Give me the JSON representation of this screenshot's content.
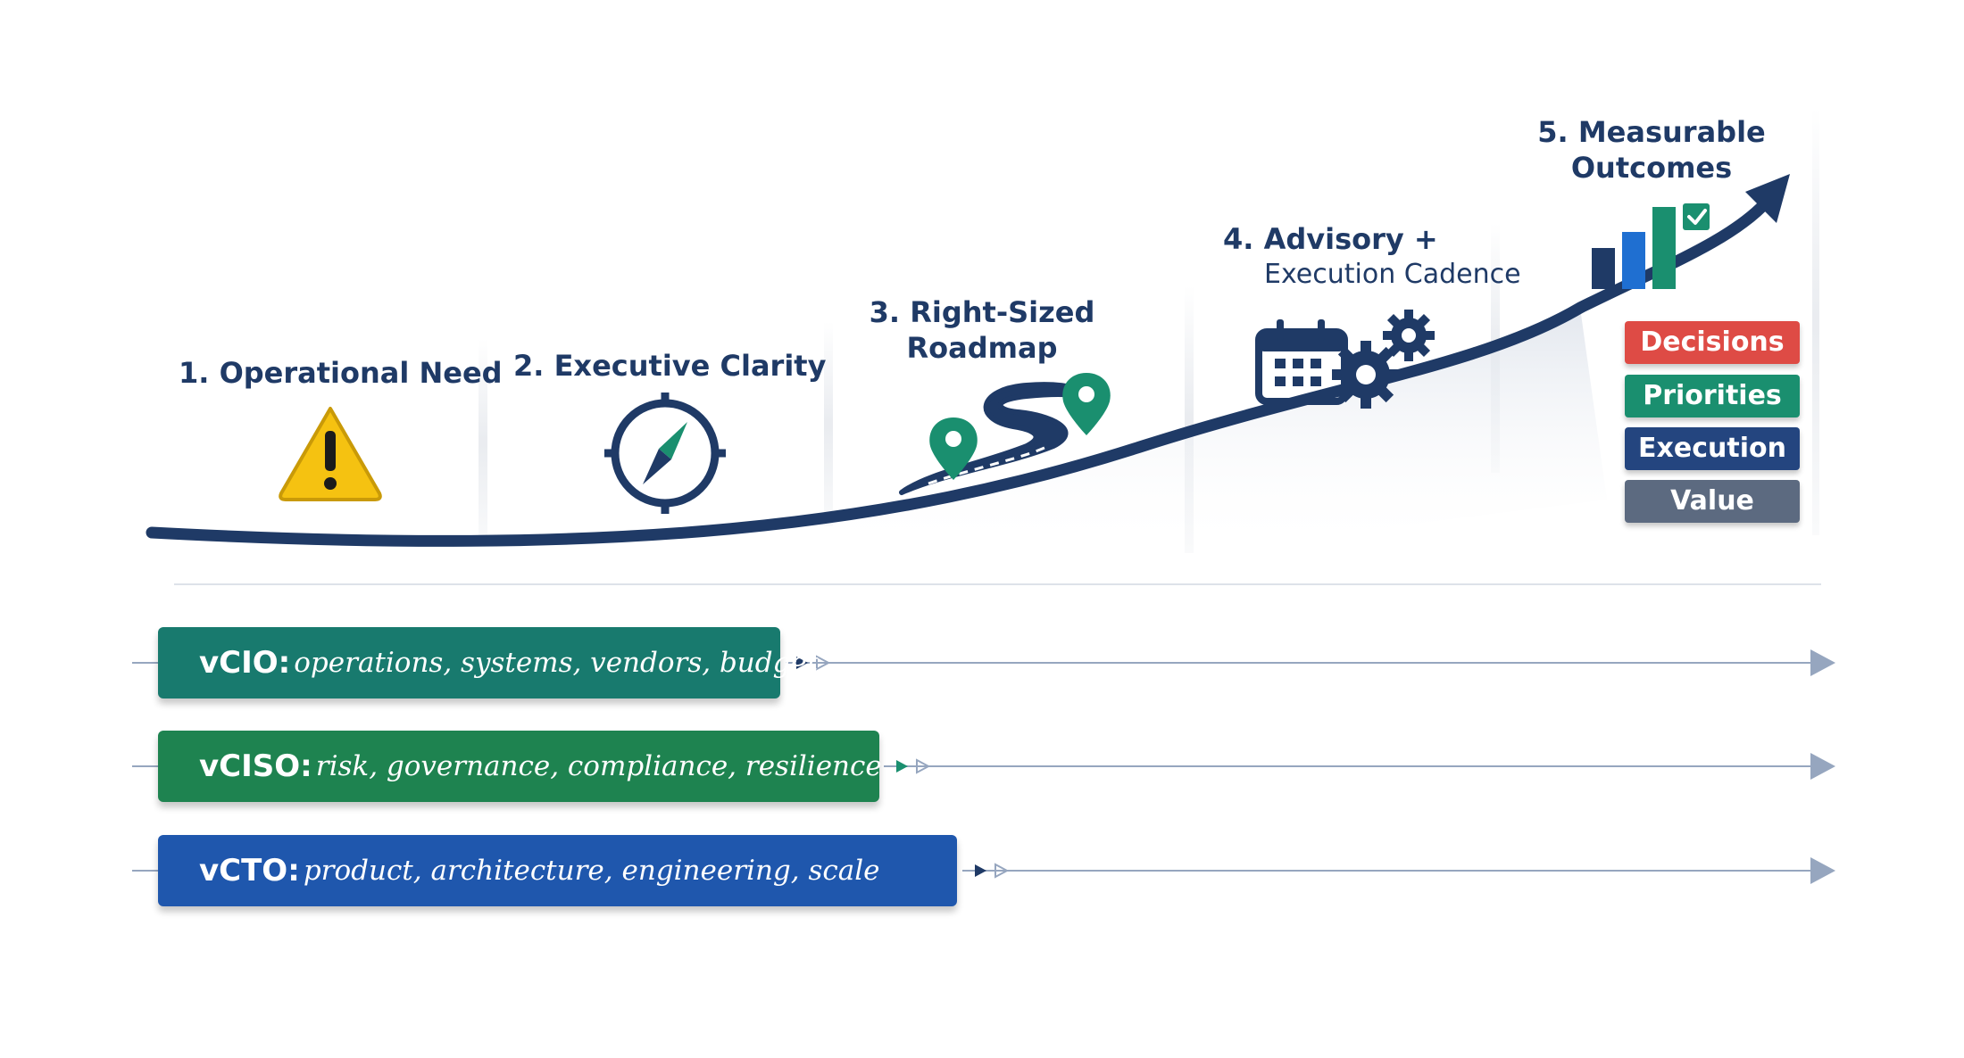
{
  "stages": [
    {
      "number": "1.",
      "title_lines": [
        "Operational Need"
      ],
      "icon": "warning-icon"
    },
    {
      "number": "2.",
      "title_lines": [
        "Executive Clarity"
      ],
      "icon": "compass-icon"
    },
    {
      "number": "3.",
      "title_lines": [
        "Right-Sized",
        "Roadmap"
      ],
      "icon": "roadmap-icon"
    },
    {
      "number": "4.",
      "title_lines": [
        "Advisory +",
        "Execution Cadence"
      ],
      "icon": "calendar-gears-icon"
    },
    {
      "number": "5.",
      "title_lines": [
        "Measurable",
        "Outcomes"
      ],
      "icon": "bar-chart-check-icon"
    }
  ],
  "stage_titles": {
    "s1": "1. Operational Need",
    "s2": "2. Executive Clarity",
    "s3_line1": "3. Right-Sized",
    "s3_line2": "Roadmap",
    "s4_line1": "4. Advisory +",
    "s4_line2": "Execution Cadence",
    "s5_line1": "5. Measurable",
    "s5_line2": "Outcomes"
  },
  "outcome_tags": [
    {
      "label": "Decisions",
      "color": "#de4b45"
    },
    {
      "label": "Priorities",
      "color": "#1a8f6f"
    },
    {
      "label": "Execution",
      "color": "#24457f"
    },
    {
      "label": "Value",
      "color": "#5c6a80"
    }
  ],
  "roles": [
    {
      "name": "vCIO:",
      "scope": "operations, systems, vendors, budget",
      "color": "#187a6e"
    },
    {
      "name": "vCISO:",
      "scope": "risk, governance, compliance, resilience",
      "color": "#1e8350"
    },
    {
      "name": "vCTO:",
      "scope": "product, architecture, engineering, scale",
      "color": "#1f57ad"
    }
  ],
  "colors": {
    "curve": "#1f3a66",
    "title_text": "#1f3a66",
    "warning": "#f5c211",
    "accent_green": "#1a8f6f",
    "timeline_line": "#96a6bf"
  }
}
